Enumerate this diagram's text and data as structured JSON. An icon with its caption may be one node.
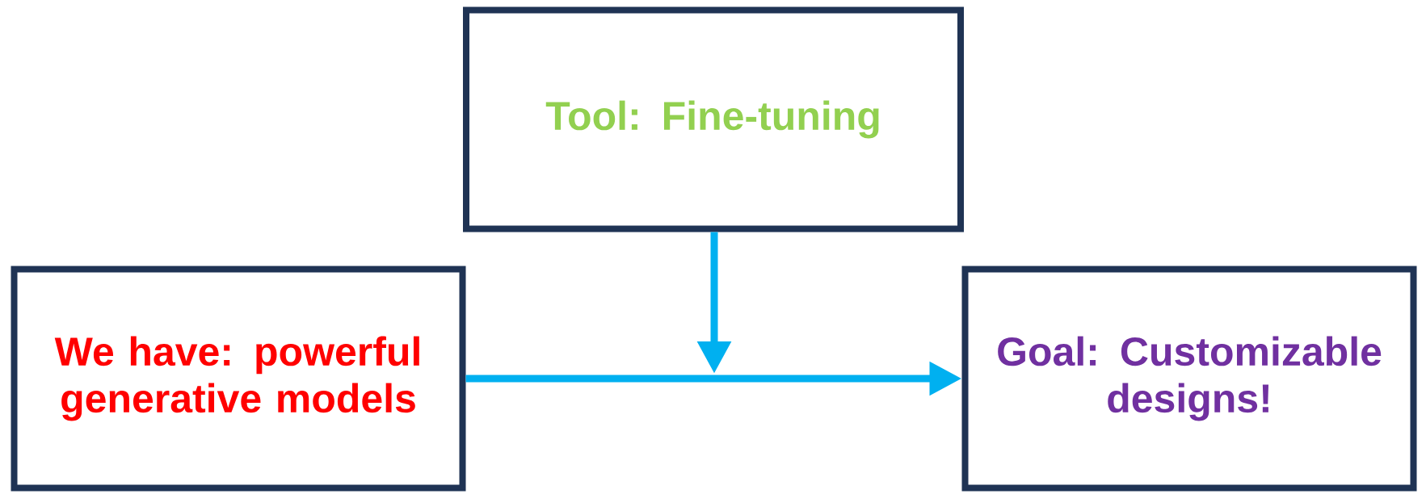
{
  "diagram": {
    "nodes": [
      {
        "text": [
          "Tool: Fine-tuning"
        ]
      },
      {
        "text": [
          "We have: powerful generative models"
        ]
      },
      {
        "text": [
          "Goal: Customizable designs!"
        ]
      }
    ],
    "edges": [
      {
        "from": 1,
        "to": 2,
        "arrow": "to"
      },
      {
        "from": 0,
        "to": null,
        "arrow": "to"
      }
    ]
  }
}
